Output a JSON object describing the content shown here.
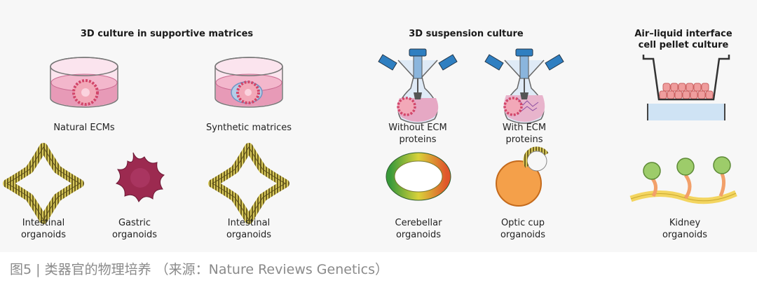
{
  "headers": {
    "matrices": "3D culture in supportive matrices",
    "suspension": "3D suspension culture",
    "airliquid_line1": "Air–liquid interface",
    "airliquid_line2": "cell pellet culture"
  },
  "labels": {
    "natural_ecms": "Natural ECMs",
    "synthetic_matrices": "Synthetic matrices",
    "without_ecm_line1": "Without ECM",
    "without_ecm_line2": "proteins",
    "with_ecm_line1": "With ECM",
    "with_ecm_line2": "proteins",
    "intestinal_1_line1": "Intestinal",
    "intestinal_1_line2": "organoids",
    "gastric_line1": "Gastric",
    "gastric_line2": "organoids",
    "intestinal_2_line1": "Intestinal",
    "intestinal_2_line2": "organoids",
    "cerebellar_line1": "Cerebellar",
    "cerebellar_line2": "organoids",
    "optic_line1": "Optic cup",
    "optic_line2": "organoids",
    "kidney_line1": "Kidney",
    "kidney_line2": "organoids"
  },
  "caption": "图5 | 类器官的物理培养 （来源：Nature Reviews Genetics）",
  "colors": {
    "dish_pink": "#f2b8cc",
    "matrix_pink": "#d9729a",
    "cap_blue": "#2f7fc1",
    "flask_blue": "#7fb3dc",
    "intestinal_olive": "#8a7a2a",
    "gastric": "#9c2a50",
    "optic_orange": "#f4a04a",
    "kidney_green": "#9dcc6a",
    "kidney_yellow": "#f3d560",
    "caption_gray": "#8a8a8a"
  },
  "icons": [
    "petri-dish-icon",
    "spinner-flask-icon",
    "transwell-insert-icon"
  ]
}
